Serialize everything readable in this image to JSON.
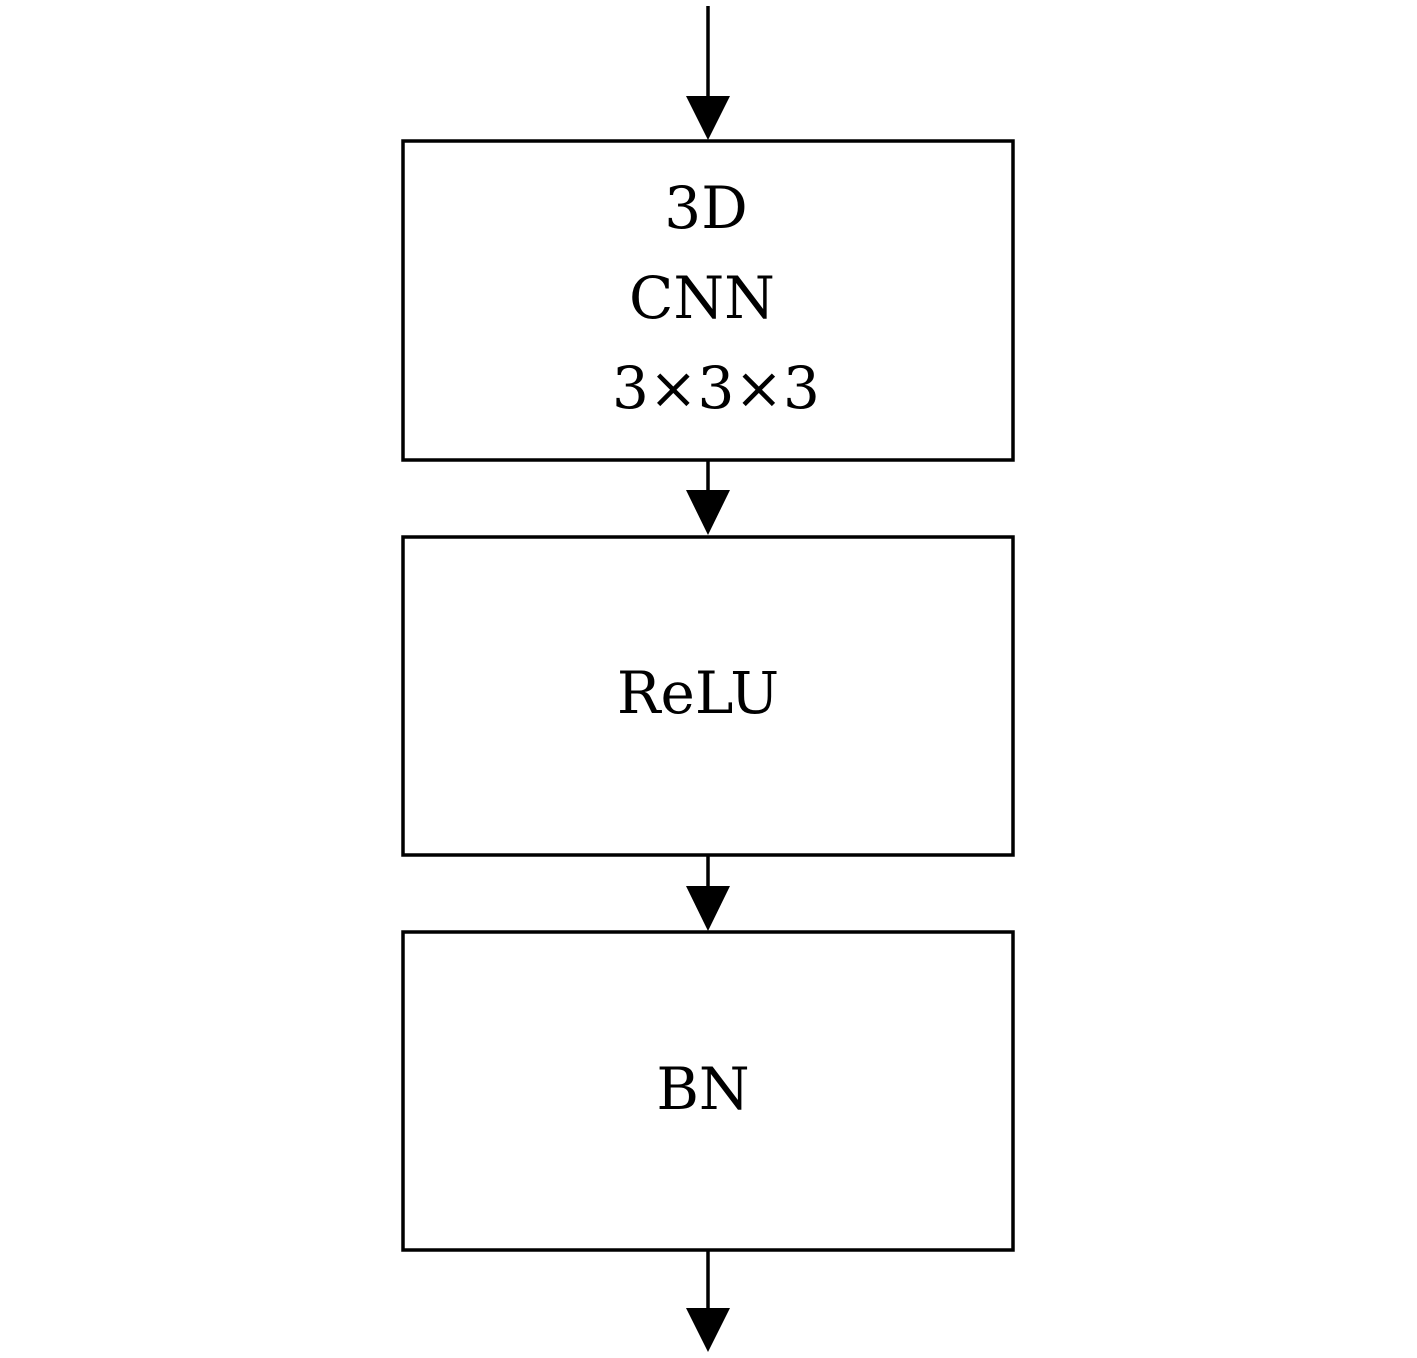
{
  "diagram": {
    "type": "flowchart",
    "direction": "top-to-bottom",
    "nodes": [
      {
        "id": "conv3d",
        "lines": [
          "3D",
          "CNN",
          "3×3×3"
        ]
      },
      {
        "id": "relu",
        "lines": [
          "ReLU"
        ]
      },
      {
        "id": "bn",
        "lines": [
          "BN"
        ]
      }
    ],
    "edges": [
      {
        "from": "input",
        "to": "conv3d"
      },
      {
        "from": "conv3d",
        "to": "relu"
      },
      {
        "from": "relu",
        "to": "bn"
      },
      {
        "from": "bn",
        "to": "output"
      }
    ],
    "colors": {
      "stroke": "#000000",
      "fill": "#ffffff",
      "background": "#ffffff"
    }
  }
}
